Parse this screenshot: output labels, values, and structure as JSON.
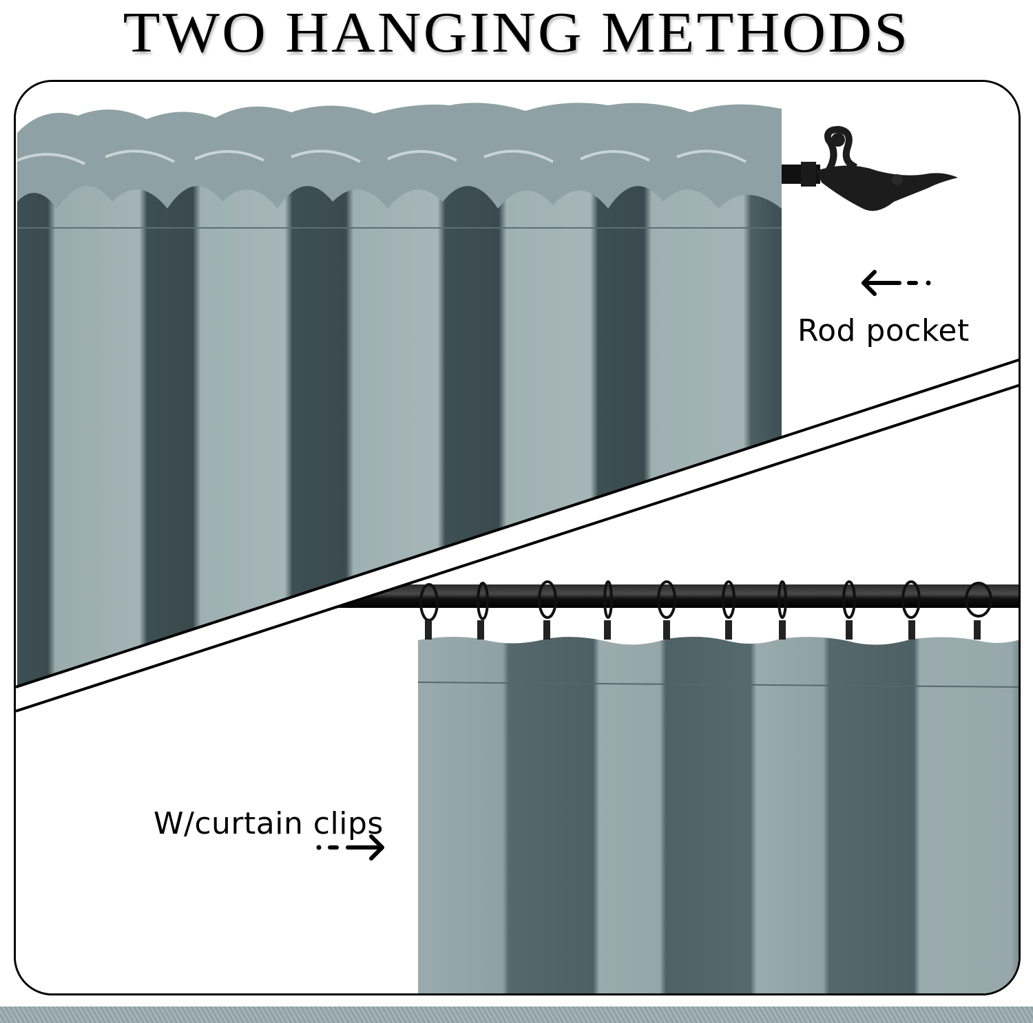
{
  "header": {
    "title": "TWO HANGING METHODS"
  },
  "methods": [
    {
      "label": "Rod pocket",
      "arrow": "left-arrow-icon"
    },
    {
      "label": "W/curtain clips",
      "arrow": "right-arrow-icon"
    }
  ],
  "colors": {
    "curtain_light": "#9aabae",
    "curtain_dark": "#3e4f53",
    "curtain_mid": "#6f8286",
    "rod": "#111111",
    "frame": "#000000"
  },
  "clips": {
    "count": 10
  }
}
